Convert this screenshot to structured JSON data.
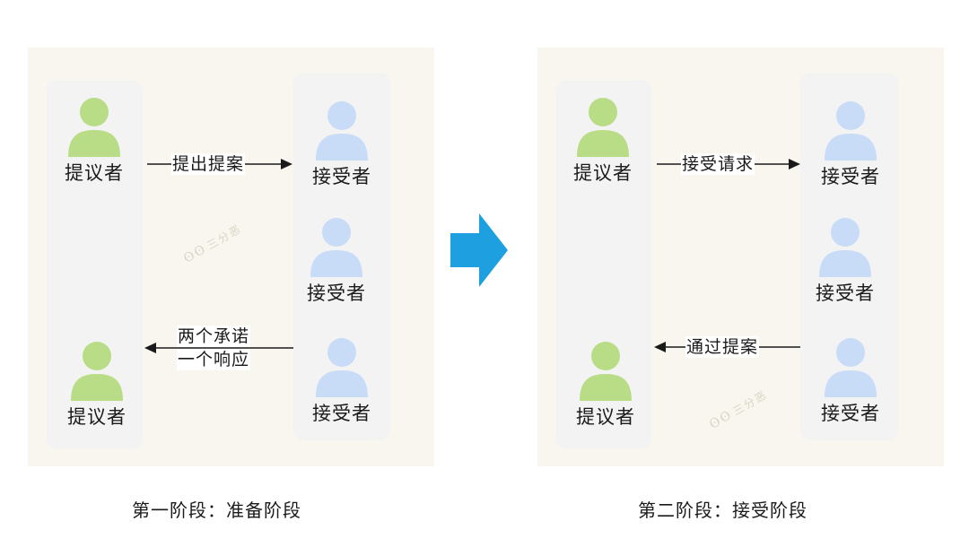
{
  "colors": {
    "proposer": "#b9dd86",
    "acceptor": "#c8dcf7",
    "panel_bg": "#f8f6ee",
    "column_bg": "#f3f3f4",
    "transition_arrow": "#1d9fe0"
  },
  "watermark": {
    "icon": "chat-bubble-icon",
    "text": "三分恶"
  },
  "phase1": {
    "caption": "第一阶段：准备阶段",
    "proposer_top": "提议者",
    "proposer_bottom": "提议者",
    "acceptors": [
      "接受者",
      "接受者",
      "接受者"
    ],
    "msg_send": "提出提案",
    "msg_reply_line1": "两个承诺",
    "msg_reply_line2": "一个响应"
  },
  "phase2": {
    "caption": "第二阶段：接受阶段",
    "proposer_top": "提议者",
    "proposer_bottom": "提议者",
    "acceptors": [
      "接受者",
      "接受者",
      "接受者"
    ],
    "msg_send": "接受请求",
    "msg_reply": "通过提案"
  }
}
